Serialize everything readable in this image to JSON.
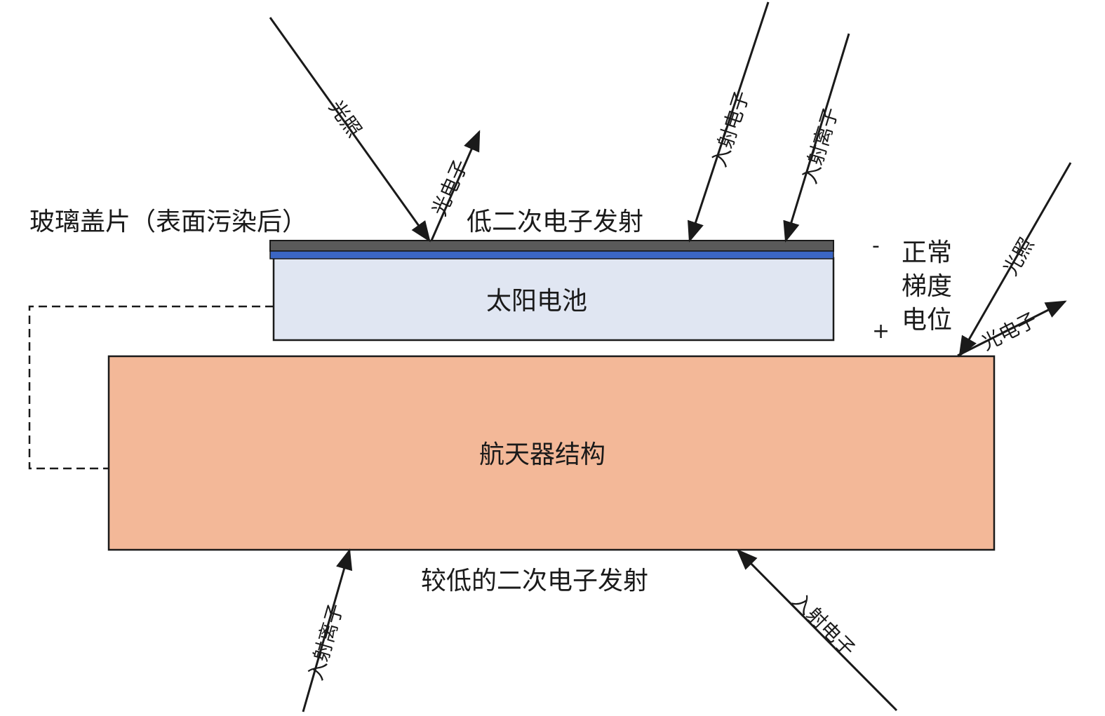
{
  "labels": {
    "glass_cover": "玻璃盖片（表面污染后）",
    "low_secondary_emission": "低二次电子发射",
    "solar_cell": "太阳电池",
    "spacecraft_structure": "航天器结构",
    "lower_secondary_emission": "较低的二次电子发射",
    "normal_gradient_potential": [
      "正常",
      "梯度",
      "电位"
    ],
    "minus_sign": "-",
    "plus_sign": "+"
  },
  "arrows": {
    "illumination": "光照",
    "photoelectron": "光电子",
    "incident_electron": "入射电子",
    "incident_ion": "入射离子"
  },
  "colors": {
    "glass_top": "#5a5a5a",
    "glass_blue": "#3b66c4",
    "solar_cell_fill": "#e0e6f2",
    "structure_fill": "#f3b898",
    "stroke": "#1a1a1a"
  }
}
